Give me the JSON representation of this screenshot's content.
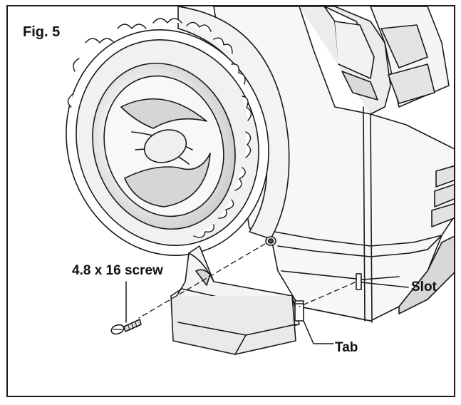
{
  "figure": {
    "label": "Fig. 5"
  },
  "callouts": {
    "screw": "4.8 x 16 screw",
    "slot": "Slot",
    "tab": "Tab"
  },
  "colors": {
    "line": "#1a1a1a",
    "background": "#ffffff",
    "shade_light": "#ededed",
    "shade_mid": "#d0d0d0",
    "shade_dark": "#9a9a9a"
  }
}
